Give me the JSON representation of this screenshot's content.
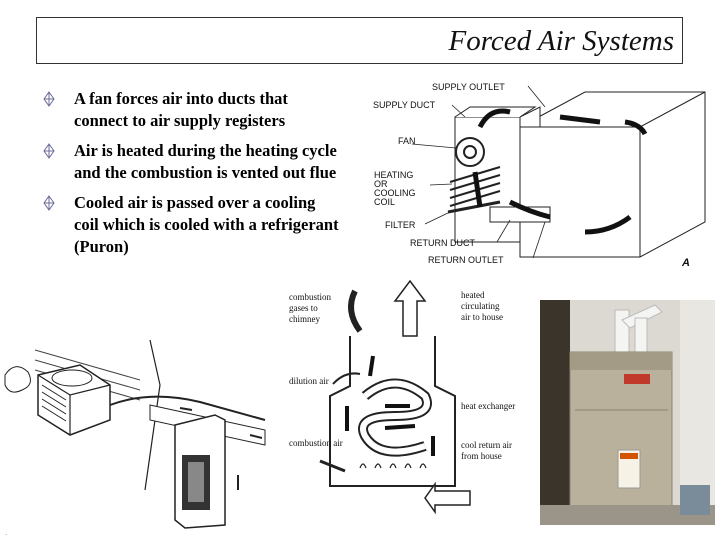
{
  "slide": {
    "title": "Forced Air Systems",
    "bullets": [
      "A fan forces air into ducts that connect to air supply registers",
      "Air is heated during the heating cycle and the combustion is vented out flue",
      "Cooled air is passed over a cooling coil which is cooled with a refrigerant (Puron)"
    ],
    "footer_mark": "."
  },
  "diagram_a": {
    "supply_outlet": "SUPPLY OUTLET",
    "supply_duct": "SUPPLY DUCT",
    "fan": "FAN",
    "heating_line1": "HEATING",
    "heating_line2": "OR",
    "heating_line3": "COOLING",
    "heating_line4": "COIL",
    "filter": "FILTER",
    "return_duct": "RETURN DUCT",
    "return_outlet": "RETURN OUTLET",
    "figure_letter": "A"
  },
  "diagram_furnace": {
    "combustion_gases": [
      "combustion",
      "gases to",
      "chimney"
    ],
    "dilution_air": "dilution air",
    "combustion_air": "combustion air",
    "heated_air": [
      "heated",
      "circulating",
      "air to house"
    ],
    "heat_exchanger": "heat exchanger",
    "cool_return": [
      "cool return air",
      "from house"
    ]
  },
  "colors": {
    "border": "#333333",
    "photo_wall": "#dcd9d2",
    "furnace_body": "#b9b19c",
    "furnace_display": "#c0392b"
  },
  "icons": {
    "bullet": "hollow-diamond-bullet-icon"
  }
}
